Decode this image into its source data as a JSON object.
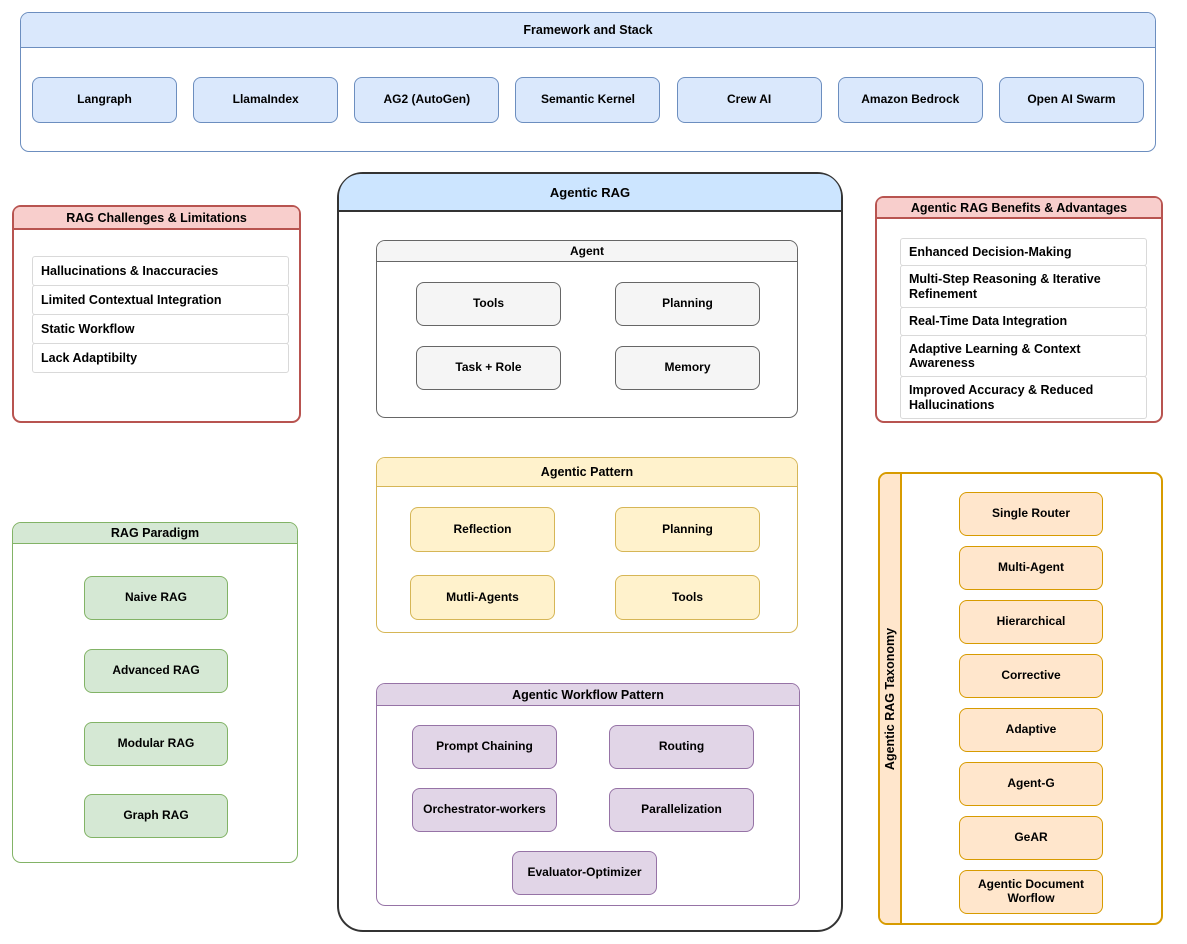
{
  "diagram": {
    "framework_stack": {
      "title": "Framework and Stack",
      "items": [
        "Langraph",
        "LlamaIndex",
        "AG2 (AutoGen)",
        "Semantic Kernel",
        "Crew AI",
        "Amazon Bedrock",
        "Open AI Swarm"
      ]
    },
    "rag_challenges": {
      "title": "RAG Challenges & Limitations",
      "items": [
        "Hallucinations & Inaccuracies",
        "Limited Contextual Integration",
        "Static Workflow",
        "Lack Adaptibilty"
      ]
    },
    "agentic_rag": {
      "title": "Agentic RAG",
      "agent": {
        "title": "Agent",
        "items": [
          "Tools",
          "Planning",
          "Task + Role",
          "Memory"
        ]
      },
      "agentic_pattern": {
        "title": "Agentic Pattern",
        "items": [
          "Reflection",
          "Planning",
          "Mutli-Agents",
          "Tools"
        ]
      },
      "agentic_workflow_pattern": {
        "title": "Agentic Workflow Pattern",
        "items": [
          "Prompt Chaining",
          "Routing",
          "Orchestrator-workers",
          "Parallelization",
          "Evaluator-Optimizer"
        ]
      }
    },
    "benefits": {
      "title": "Agentic RAG Benefits & Advantages",
      "items": [
        "Enhanced Decision-Making",
        "Multi-Step Reasoning & Iterative Refinement",
        "Real-Time Data Integration",
        "Adaptive Learning & Context Awareness",
        "Improved Accuracy & Reduced Hallucinations"
      ]
    },
    "rag_paradigm": {
      "title": "RAG Paradigm",
      "items": [
        "Naive RAG",
        "Advanced RAG",
        "Modular RAG",
        "Graph RAG"
      ]
    },
    "taxonomy": {
      "title": "Agentic RAG Taxonomy",
      "items": [
        "Single Router",
        "Multi-Agent",
        "Hierarchical",
        "Corrective",
        "Adaptive",
        "Agent-G",
        "GeAR",
        "Agentic Document Worflow"
      ]
    }
  },
  "palette": {
    "blue_fill": "#dae8fc",
    "blue_stroke": "#6c8ebf",
    "container_header_fill": "#cce5ff",
    "container_stroke": "#333333",
    "red_fill": "#f8cecc",
    "red_stroke": "#b85450",
    "green_fill": "#d5e8d4",
    "green_stroke": "#82b366",
    "yellow_fill": "#fff2cc",
    "yellow_stroke": "#d6b656",
    "purple_fill": "#e1d5e7",
    "purple_stroke": "#9673a6",
    "orange_fill": "#ffe6cc",
    "orange_stroke": "#d79b00",
    "gray_fill": "#f5f5f5",
    "gray_stroke": "#666666",
    "list_row_stroke": "#d9d9d9"
  }
}
